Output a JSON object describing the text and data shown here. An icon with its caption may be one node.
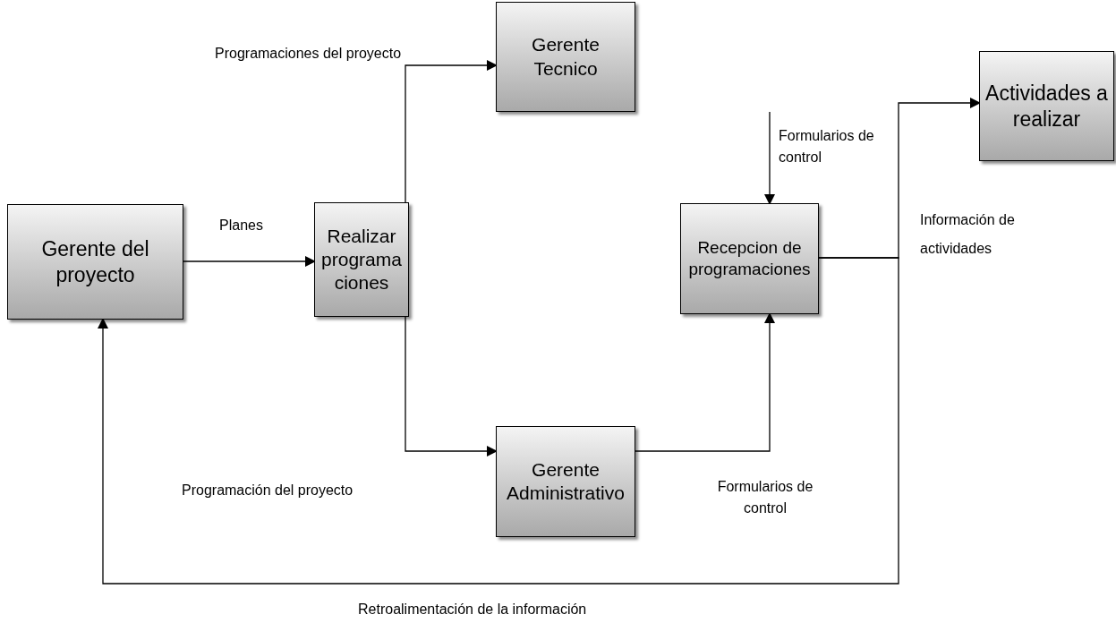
{
  "diagram": {
    "nodes": [
      {
        "text": [
          "Gerente del proyecto"
        ]
      },
      {
        "text": [
          "Realizar programaciones"
        ]
      },
      {
        "text": [
          "Gerente Tecnico"
        ]
      },
      {
        "text": [
          "Recepcion de programaciones"
        ]
      },
      {
        "text": [
          "Gerente Administrativo"
        ]
      },
      {
        "text": [
          "Actividades a realizar"
        ]
      }
    ],
    "edges": [
      {
        "from": 0,
        "to": 1,
        "arrow": "to",
        "label": "Planes"
      },
      {
        "from": 1,
        "to": 2,
        "arrow": "to",
        "label": "Programaciones del proyecto"
      },
      {
        "from": 1,
        "to": 4,
        "arrow": "to",
        "label": "Programación del proyecto"
      },
      {
        "from": null,
        "to": 3,
        "arrow": "to",
        "label": "Formularios de control"
      },
      {
        "from": 4,
        "to": 3,
        "arrow": "to",
        "label": "Formularios de control"
      },
      {
        "from": 3,
        "to": 5,
        "arrow": "to",
        "label": "Información de actividades"
      },
      {
        "from": 3,
        "to": 0,
        "arrow": "to",
        "label": "Retroalimentación de la información"
      }
    ]
  }
}
